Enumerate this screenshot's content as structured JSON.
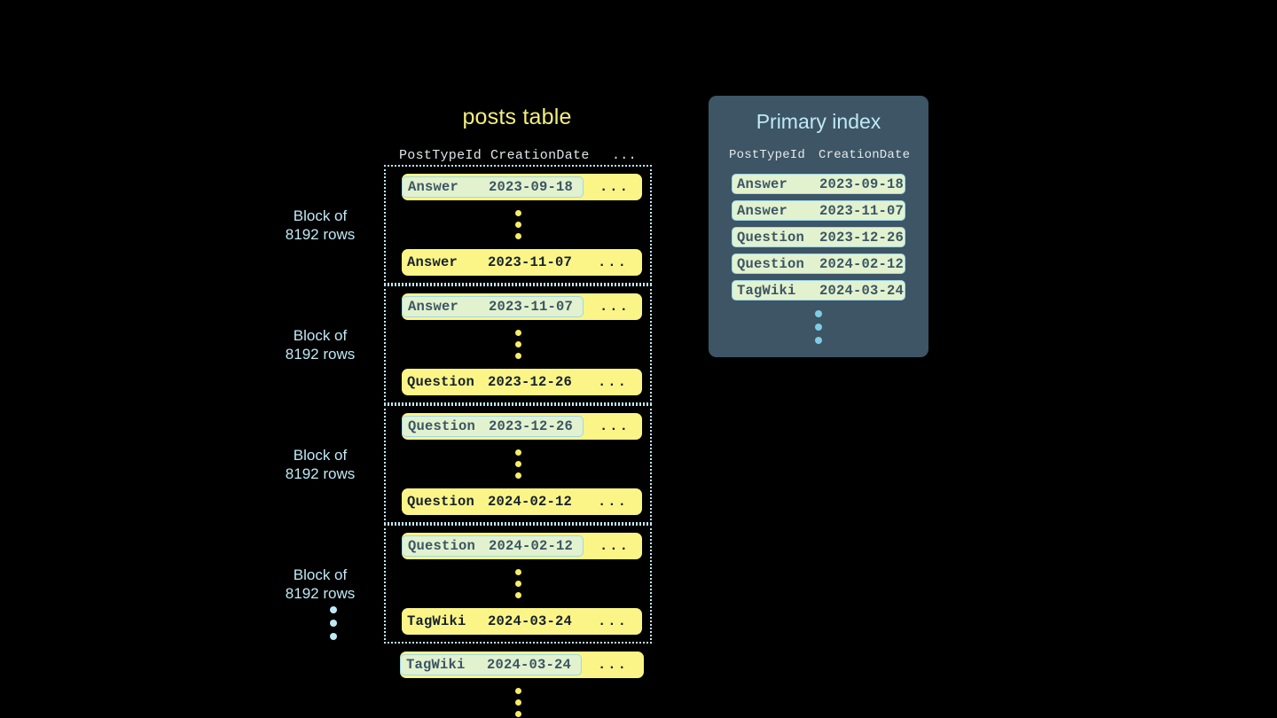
{
  "background_color": "#000000",
  "posts_table": {
    "title": "posts table",
    "column_headers": {
      "post_type_id": "PostTypeId",
      "creation_date": "CreationDate",
      "more": "..."
    },
    "block_label": "Block of\n8192 rows",
    "blocks": [
      {
        "label": "Block of\n8192 rows",
        "first_row": {
          "post_type_id": "Answer",
          "creation_date": "2023-09-18",
          "more": "...",
          "highlighted": true
        },
        "last_row": {
          "post_type_id": "Answer",
          "creation_date": "2023-11-07",
          "more": "...",
          "highlighted": false
        }
      },
      {
        "label": "Block of\n8192 rows",
        "first_row": {
          "post_type_id": "Answer",
          "creation_date": "2023-11-07",
          "more": "...",
          "highlighted": true
        },
        "last_row": {
          "post_type_id": "Question",
          "creation_date": "2023-12-26",
          "more": "...",
          "highlighted": false
        }
      },
      {
        "label": "Block of\n8192 rows",
        "first_row": {
          "post_type_id": "Question",
          "creation_date": "2023-12-26",
          "more": "...",
          "highlighted": true
        },
        "last_row": {
          "post_type_id": "Question",
          "creation_date": "2024-02-12",
          "more": "...",
          "highlighted": false
        }
      },
      {
        "label": "Block of\n8192 rows",
        "first_row": {
          "post_type_id": "Question",
          "creation_date": "2024-02-12",
          "more": "...",
          "highlighted": true
        },
        "last_row": {
          "post_type_id": "TagWiki",
          "creation_date": "2024-03-24",
          "more": "...",
          "highlighted": false
        }
      }
    ],
    "tail_row": {
      "post_type_id": "TagWiki",
      "creation_date": "2024-03-24",
      "more": "...",
      "highlighted": true
    },
    "ellipsis_symbol": "vertical-ellipsis"
  },
  "primary_index": {
    "title": "Primary index",
    "column_headers": {
      "post_type_id": "PostTypeId",
      "creation_date": "CreationDate"
    },
    "rows": [
      {
        "post_type_id": "Answer",
        "creation_date": "2023-09-18"
      },
      {
        "post_type_id": "Answer",
        "creation_date": "2023-11-07"
      },
      {
        "post_type_id": "Question",
        "creation_date": "2023-12-26"
      },
      {
        "post_type_id": "Question",
        "creation_date": "2024-02-12"
      },
      {
        "post_type_id": "TagWiki",
        "creation_date": "2024-03-24"
      }
    ],
    "ellipsis_symbol": "vertical-ellipsis"
  },
  "colors": {
    "row_yellow": "#fbf588",
    "highlight_green": "#e2f2cf",
    "highlight_border_blue": "#9fd7ea",
    "accent_blue": "#bfe9f5",
    "panel_slate": "#3d5565",
    "title_yellow": "#f4f07a",
    "text_dark": "#16202b"
  }
}
